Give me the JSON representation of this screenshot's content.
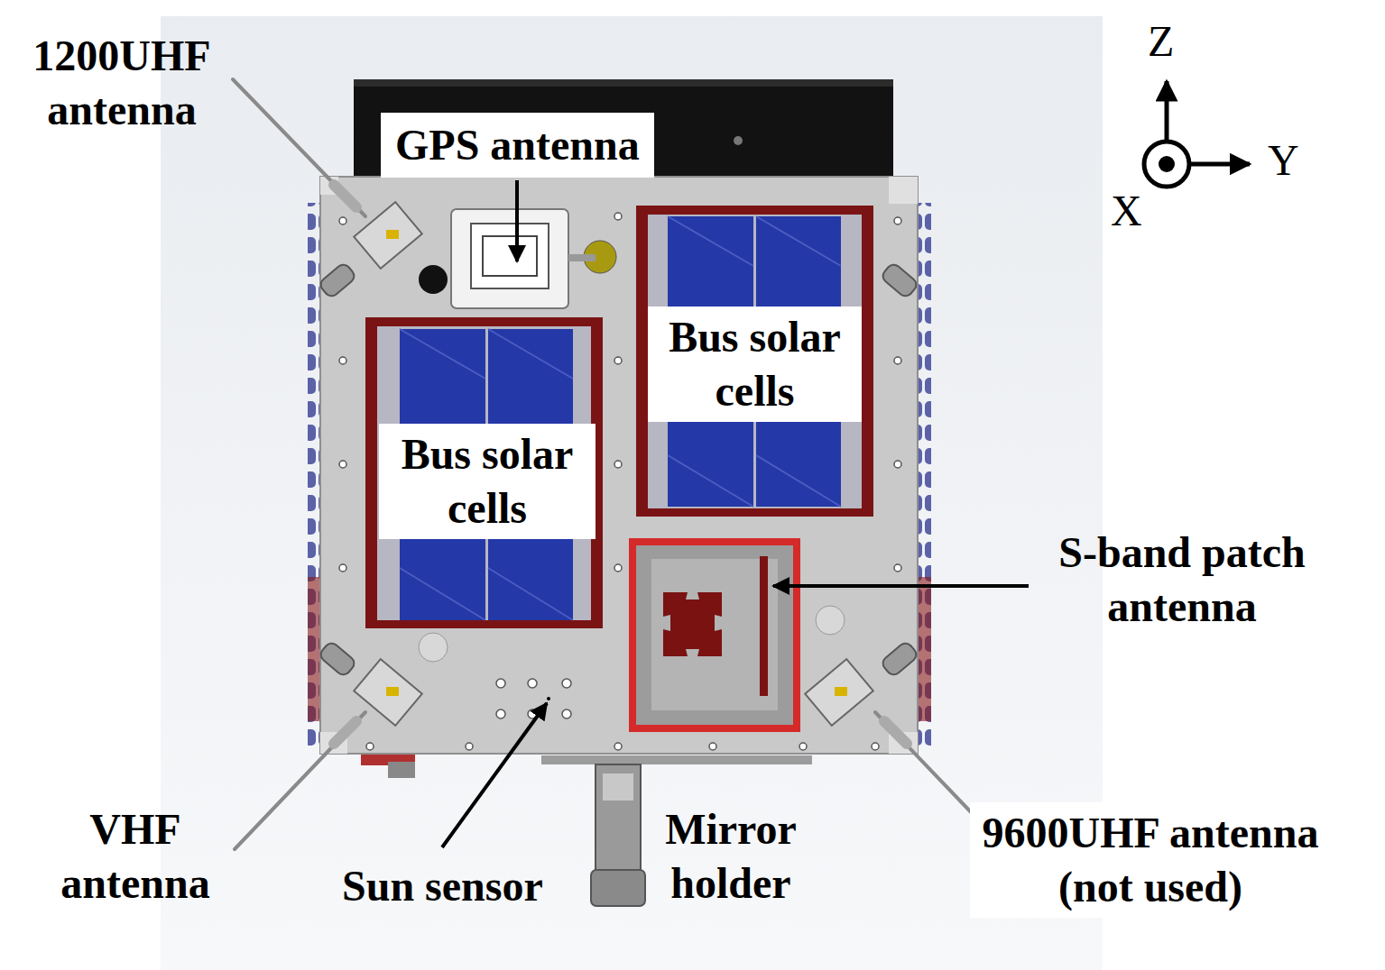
{
  "diagram": {
    "labels": [
      "1200UHF antenna",
      "GPS antenna",
      "Z",
      "Y",
      "X",
      "Bus solar cells",
      "Bus solar cells",
      "S-band patch antenna",
      "VHF antenna",
      "Sun sensor",
      "Mirror holder",
      "9600UHF antenna (not used)"
    ]
  }
}
